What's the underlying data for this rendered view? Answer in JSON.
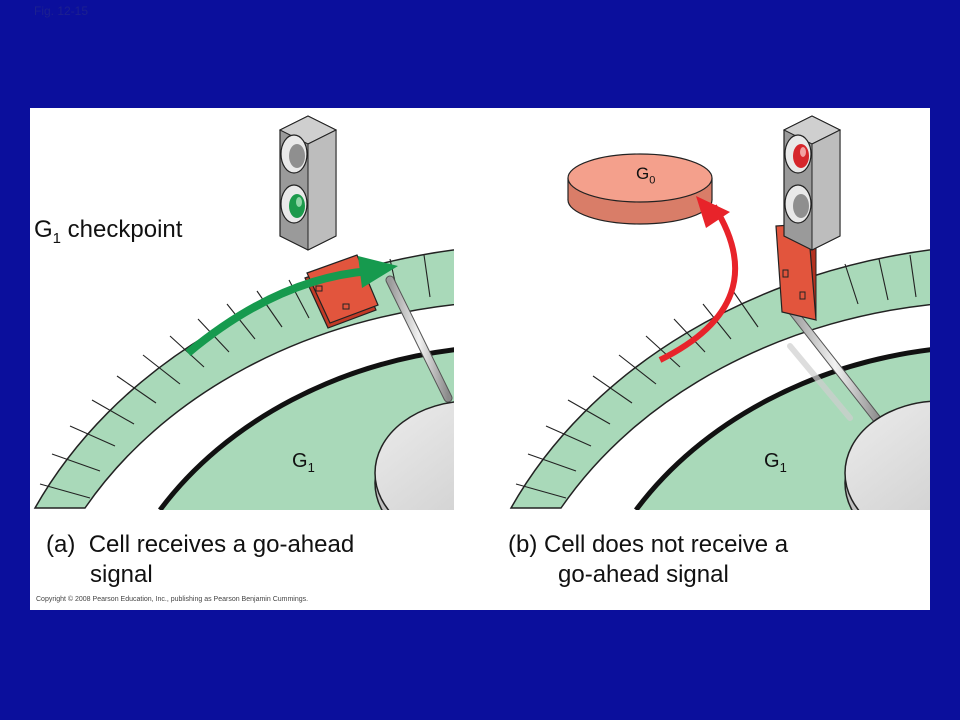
{
  "figure_label": "Fig. 12-15",
  "checkpoint": {
    "main": "G",
    "sub": "1",
    "rest": " checkpoint"
  },
  "panel_a": {
    "phase_main": "G",
    "phase_sub": "1",
    "caption_letter": "(a)",
    "caption_line1": "Cell receives a go-ahead",
    "caption_line2": "signal",
    "light_state": "green"
  },
  "panel_b": {
    "phase_main": "G",
    "phase_sub": "1",
    "g0_main": "G",
    "g0_sub": "0",
    "caption_line1": "(b) Cell does not receive a",
    "caption_line2": "go-ahead signal",
    "light_state": "red"
  },
  "copyright": "Copyright © 2008 Pearson Education, Inc., publishing as Pearson Benjamin Cummings.",
  "colors": {
    "background": "#0b0f9c",
    "cycle_band": "#a9d9b9",
    "gate": "#e2553d",
    "arrow_green": "#169a4e",
    "arrow_red": "#e8232a",
    "g0_disc": "#f4a08c"
  }
}
